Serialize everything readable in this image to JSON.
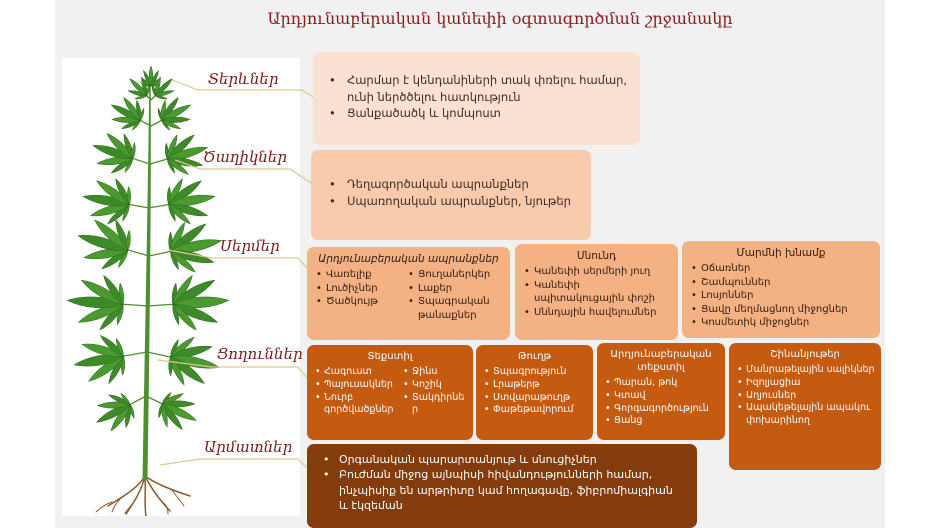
{
  "title": "Արդյունաբերական կանեփի օգտագործման շրջանակը",
  "illustration": {
    "icon": "hemp-plant-icon"
  },
  "leaves": {
    "label": "Տերևներ",
    "items": [
      "Հարմար է կենդանիների տակ փռելու համար, ունի ներծծելու հատկություն",
      "Ցանքածածկ և կոմպոստ"
    ]
  },
  "flowers": {
    "label": "Ծաղիկներ",
    "items": [
      "Դեղագործական ապրանքներ",
      "Սպառողական ապրանքներ, նյութեր"
    ]
  },
  "seeds": {
    "label": "Սերմեր",
    "groups": [
      {
        "title": "Արդյունաբերական ապրանքներ",
        "items": [
          "Վառելիք",
          "Լուծիչներ",
          "Ծածկույթ",
          "Ցուղաներկեր",
          "Լաքեր",
          "Տպագրական թանաքներ"
        ]
      },
      {
        "title": "Սնունդ",
        "items": [
          "Կանեփի սերմերի յուղ",
          "Կանեփի սպիտակուցային փոշի",
          "Սննդային հավելումներ"
        ]
      },
      {
        "title": "Մարմնի խնամք",
        "items": [
          "Օճառներ",
          "Շամպուններ",
          "Լոսյոններ",
          "Ցավը մեղմացնող միջոցներ",
          "Կոսմետիկ միջոցներ"
        ]
      }
    ]
  },
  "stems": {
    "label": "Ցողուններ",
    "groups": [
      {
        "title": "Տեքստիլ",
        "items": [
          "Հագուստ",
          "Պայուսակներ",
          "Նուրբ գործվածքներ",
          "Ջինս",
          "Կոշիկ",
          "Տակդիրներ"
        ]
      },
      {
        "title": "Թուղթ",
        "items": [
          "Տպագրություն",
          "Լրաթերթ",
          "Ստվարաթուղթ",
          "Փաթեթավորում"
        ]
      },
      {
        "title": "Արդյունաբերական տեքստիլ",
        "items": [
          "Պարան, թոկ",
          "Կտավ",
          "Գորգագործություն",
          "Ցանց"
        ]
      },
      {
        "title": "Շինանյութեր",
        "items": [
          "Մանրաթելային սալիկներ",
          "Իզոլյացիա",
          "Աղյուսներ",
          "Ապակեթելային ապակու փոխարինող"
        ]
      }
    ]
  },
  "roots": {
    "label": "Արմատներ",
    "items": [
      "Օրգանական պարարտանյութ և սնուցիչներ",
      "Բուժման միջոց այնպիսի հիվանդությունների համար, ինչպիսիք են արթրիտը կամ հողագավը, ֆիբրոմիալգիան և էկզեման"
    ]
  },
  "colors": {
    "title": "#8b1a1a",
    "label": "#7b1b1b",
    "leaves_box": "#fbe1d1",
    "flowers_box": "#f8cbad",
    "seeds_box": "#f4b183",
    "stems_box": "#c55a11",
    "roots_box": "#843c0c",
    "leaf_green": "#4a9a30",
    "root_brown": "#8b5a2b",
    "connector": "#d9c98f"
  }
}
